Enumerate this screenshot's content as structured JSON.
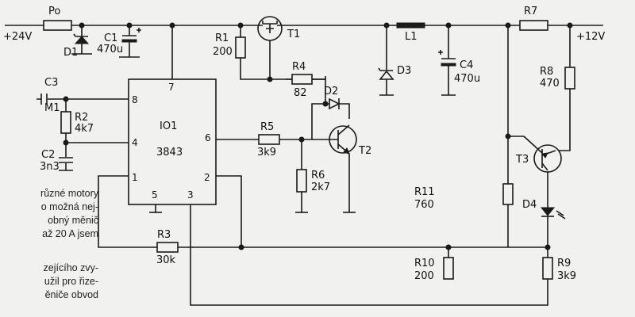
{
  "supply": {
    "input_label": "+24V",
    "output_label": "+12V"
  },
  "components": {
    "Po": "Po",
    "D1": "D1",
    "C1": "C1",
    "C1_value": "470u",
    "C3": "C3",
    "M1": "M1",
    "R2": "R2",
    "R2_value": "4k7",
    "C2": "C2",
    "C2_value": "3n3",
    "IC": "IO1",
    "IC_type": "3843",
    "R1": "R1",
    "R1_value": "200",
    "T1": "T1",
    "R4": "R4",
    "R4_value": "82",
    "D2": "D2",
    "R5": "R5",
    "R5_value": "3k9",
    "T2": "T2",
    "R6": "R6",
    "R6_value": "2k7",
    "R3": "R3",
    "R3_value": "30k",
    "L1": "L1",
    "D3": "D3",
    "C4": "C4",
    "C4_value": "470u",
    "R7": "R7",
    "R8": "R8",
    "R8_value": "470",
    "T3": "T3",
    "R11": "R11",
    "R11_value": "760",
    "D4": "D4",
    "R10": "R10",
    "R10_value": "200",
    "R9": "R9",
    "R9_value": "3k9"
  },
  "ic_pins": {
    "p1": "1",
    "p2": "2",
    "p3": "3",
    "p4": "4",
    "p5": "5",
    "p6": "6",
    "p7": "7",
    "p8": "8"
  },
  "page_text": {
    "line1": "různé motory",
    "line2": "o možná nej-",
    "line3": "obný měnič",
    "line4": "až 20 A jsem",
    "line5": "zejícího zvy-",
    "line6": "užil pro řize-",
    "line7": "ěniče obvod"
  }
}
